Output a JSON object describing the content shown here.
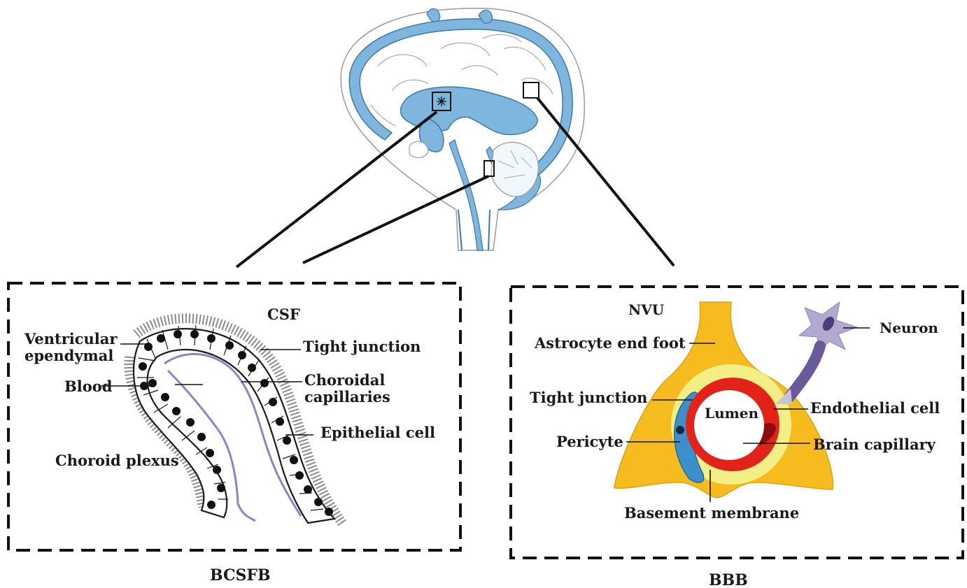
{
  "diagram": {
    "bcsfb_panel": {
      "caption": "BCSFB",
      "labels": {
        "csf": "CSF",
        "ventricular_ependymal": "Ventricular\nependymal",
        "tight_junction": "Tight junction",
        "blood": "Blood",
        "choroidal_capillaries": "Choroidal\ncapillaries",
        "epithelial_cell": "Epithelial cell",
        "choroid_plexus": "Choroid plexus"
      }
    },
    "bbb_panel": {
      "caption": "BBB",
      "labels": {
        "nvu": "NVU",
        "neuron": "Neuron",
        "astrocyte_end_foot": "Astrocyte end foot",
        "tight_junction": "Tight junction",
        "lumen": "Lumen",
        "endothelial_cell": "Endothelial  cell",
        "pericyte": "Pericyte",
        "brain_capillary": "Brain capillary",
        "basement_membrane": "Basement membrane"
      }
    },
    "colors": {
      "csf_blue": "#7fb6de",
      "csf_stroke": "#3d78a8",
      "astrocyte_yellow": "#f6bb1e",
      "endothelial_red": "#e2231a",
      "pericyte_blue": "#3d8fcb",
      "basement_yellow": "#f4ee86",
      "neuron_purple": "#b3a8cf",
      "membrane_lavender": "#8a86c4"
    }
  }
}
